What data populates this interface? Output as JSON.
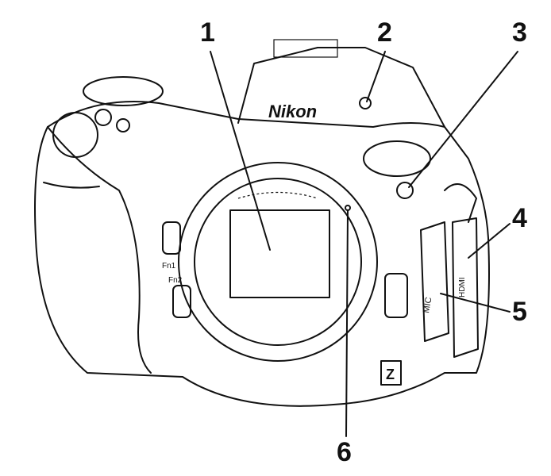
{
  "callouts": [
    "1",
    "2",
    "3",
    "4",
    "5",
    "6"
  ],
  "markings": {
    "brand": "Nikon",
    "fn1": "Fn1",
    "fn2": "Fn2",
    "mic": "MIC",
    "hdmi": "HDMI",
    "z_logo": "Z"
  }
}
